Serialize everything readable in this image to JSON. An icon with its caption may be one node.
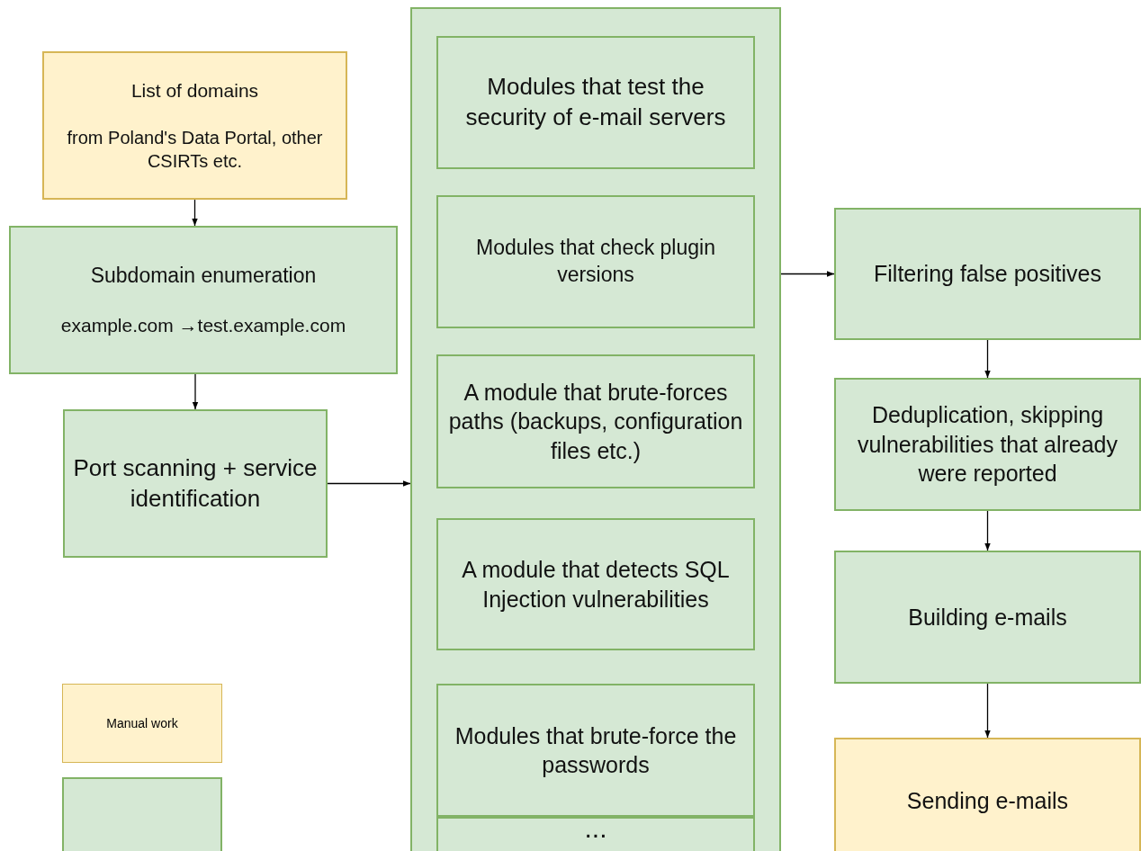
{
  "diagram": {
    "nodes": [
      {
        "text": [
          "List of domains",
          "from Poland's Data Portal, other CSIRTs etc."
        ]
      },
      {
        "text": [
          "Subdomain enumeration",
          "example.com →test.example.com"
        ]
      },
      {
        "text": [
          "Port scanning + service identification"
        ]
      },
      {
        "text": [],
        "shape": "box"
      },
      {
        "text": [
          "Modules that test the security of e-mail servers"
        ],
        "in": 3
      },
      {
        "text": [
          "Modules that check plugin versions"
        ],
        "in": 3
      },
      {
        "text": [
          "A module that brute-forces paths (backups, configuration files etc.)"
        ],
        "in": 3
      },
      {
        "text": [
          "A module that detects SQL Injection vulnerabilities"
        ],
        "in": 3
      },
      {
        "text": [
          "Modules that brute-force the passwords"
        ],
        "in": 3
      },
      {
        "text": [
          "..."
        ],
        "in": 3
      },
      {
        "text": [
          "Filtering false positives"
        ]
      },
      {
        "text": [
          "Deduplication, skipping vulnerabilities that already were reported"
        ]
      },
      {
        "text": [
          "Building e-mails"
        ]
      },
      {
        "text": [
          "Sending e-mails"
        ]
      },
      {
        "text": [],
        "shape": "box"
      }
    ],
    "edges": [
      {
        "from": 0,
        "to": 1,
        "arrow": "to"
      },
      {
        "from": 1,
        "to": 2,
        "arrow": "to"
      },
      {
        "from": 2,
        "to": 3,
        "arrow": "to"
      },
      {
        "from": 3,
        "to": 10,
        "arrow": "to"
      },
      {
        "from": 10,
        "to": 11,
        "arrow": "to"
      },
      {
        "from": 11,
        "to": 12,
        "arrow": "to"
      },
      {
        "from": 12,
        "to": 13,
        "arrow": "to"
      }
    ],
    "legend": [
      {
        "text": "Manual work",
        "color": "#fff2cc"
      }
    ]
  }
}
